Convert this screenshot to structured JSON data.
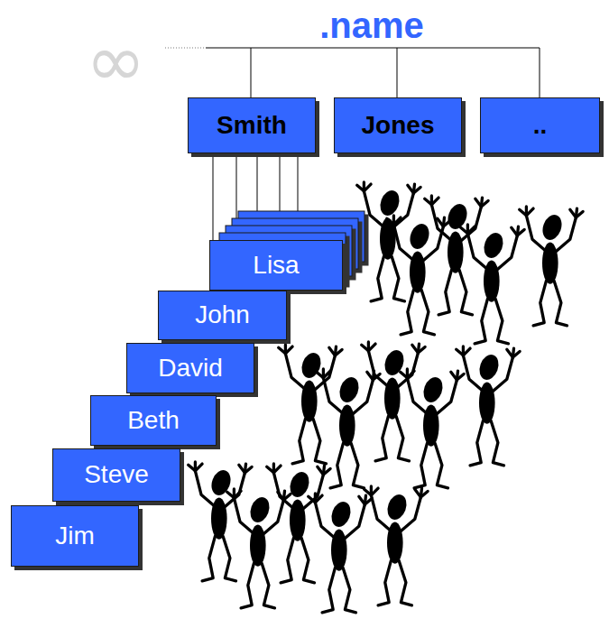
{
  "diagram": {
    "nodes": [
      {
        "text": [
          "Smith"
        ]
      },
      {
        "text": [
          "Jones"
        ]
      },
      {
        "text": [
          ".."
        ]
      },
      {
        "text": [
          "Lisa"
        ]
      },
      {
        "text": [
          "John"
        ]
      },
      {
        "text": [
          "David"
        ]
      },
      {
        "text": [
          "Beth"
        ]
      },
      {
        "text": [
          "Steve"
        ]
      },
      {
        "text": [
          "Jim"
        ]
      }
    ],
    "edges": [
      {
        "from": 0,
        "to": 3,
        "arrow": "none"
      }
    ],
    "labels": [
      ".name",
      "∞"
    ]
  }
}
